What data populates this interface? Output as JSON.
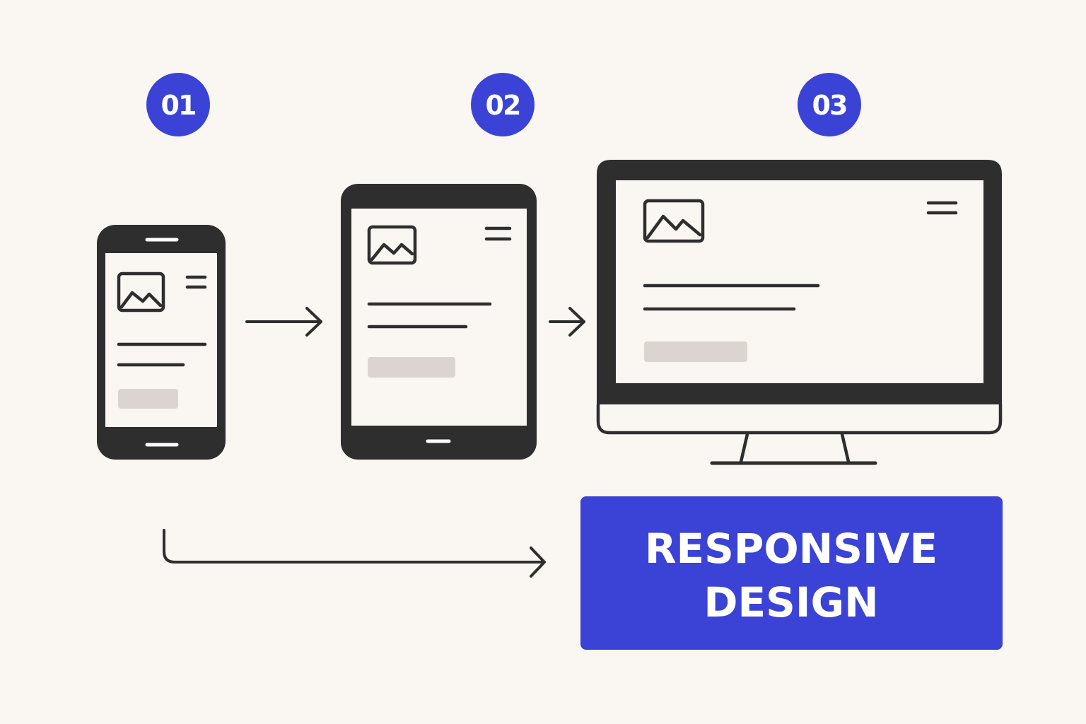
{
  "steps": [
    {
      "label": "01"
    },
    {
      "label": "02"
    },
    {
      "label": "03"
    }
  ],
  "banner": {
    "line1": "RESPONSIVE",
    "line2": "DESIGN"
  },
  "colors": {
    "background": "#FAF6F2",
    "accent": "#3A43D6",
    "device": "#2E2E2E",
    "screen": "#FAF6F2",
    "placeholder_button": "#DBD5CF",
    "banner_text": "#FFFFFF"
  },
  "icons": {
    "image_placeholder": "image-icon",
    "menu": "hamburger-menu-icon",
    "arrow": "arrow-right-icon"
  }
}
